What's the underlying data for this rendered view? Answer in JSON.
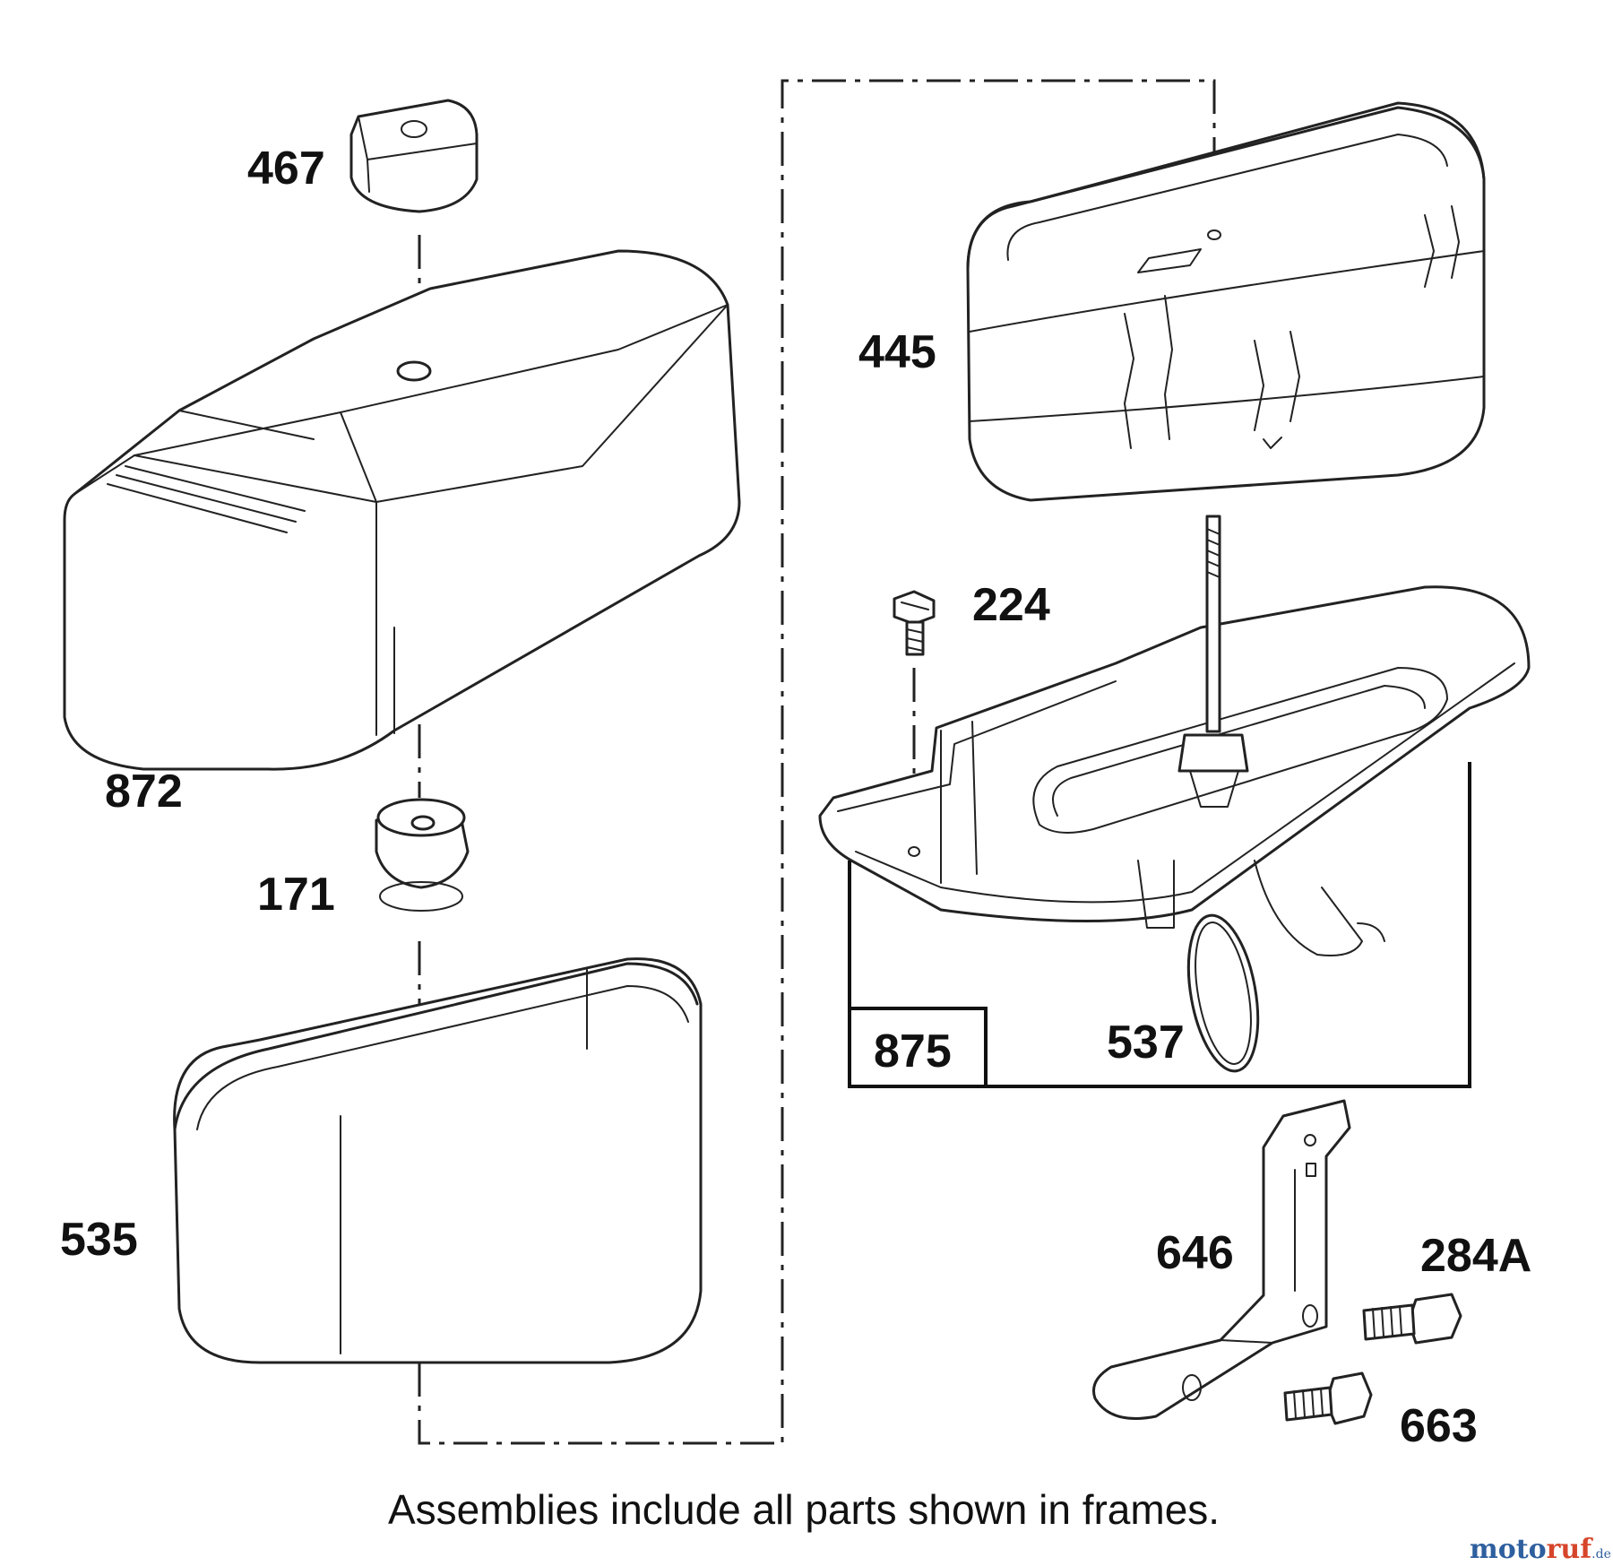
{
  "parts": [
    {
      "id": "467",
      "label": "467"
    },
    {
      "id": "872",
      "label": "872"
    },
    {
      "id": "171",
      "label": "171"
    },
    {
      "id": "535",
      "label": "535"
    },
    {
      "id": "445",
      "label": "445"
    },
    {
      "id": "224",
      "label": "224"
    },
    {
      "id": "875",
      "label": "875"
    },
    {
      "id": "537",
      "label": "537"
    },
    {
      "id": "646",
      "label": "646"
    },
    {
      "id": "284A",
      "label": "284A"
    },
    {
      "id": "663",
      "label": "663"
    }
  ],
  "footnote": "Assemblies include all parts shown in frames.",
  "watermark": {
    "part1": "moto",
    "part2": "ruf",
    "suffix": ".de"
  },
  "colors": {
    "line": "#222222",
    "watermark_blue": "#2e5f9e",
    "watermark_red": "#d6452b"
  }
}
